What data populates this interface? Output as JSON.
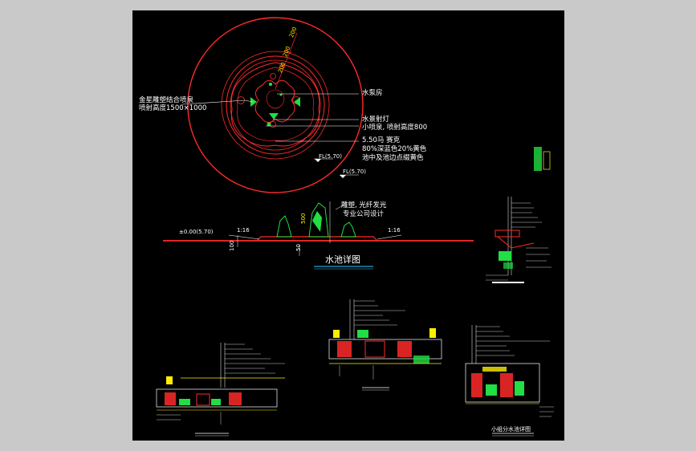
{
  "plan": {
    "label_sculpture_line1": "金星雕塑结合喷泉",
    "label_sculpture_line2": "喷射高度1500×1000",
    "label_pump_room": "水泵房",
    "label_spotlight": "水景射灯",
    "label_small_fountain": "小喷泉, 喷射高度800",
    "label_mosaic_line1": "5.50马 赛克",
    "label_mosaic_line2": "80%深蓝色20%黄色",
    "label_mosaic_line3": "池中及池边点缀黄色",
    "elev_1": "FL(5.70)",
    "elev_2": "FL(5.70)",
    "dim_a": "200",
    "dim_b": "200",
    "dim_c": "200"
  },
  "section": {
    "label_design_line1": "雕塑, 光纤发光",
    "label_design_line2": "专业公司设计",
    "elev_left": "±0.00(5.70)",
    "slope_left": "1:16",
    "slope_right": "1:16",
    "dim_right": "500",
    "dim_left": "100",
    "dim_bottom": "50",
    "title": "水池详图"
  },
  "detail_titles": {
    "small_title": "小组分水池详图"
  },
  "colors": {
    "background": "#c9c9c9",
    "sheet": "#000000",
    "red": "#ff2a2a",
    "green": "#22dd44",
    "yellow": "#ffee00",
    "cyan": "#33ccff",
    "white": "#ffffff"
  }
}
